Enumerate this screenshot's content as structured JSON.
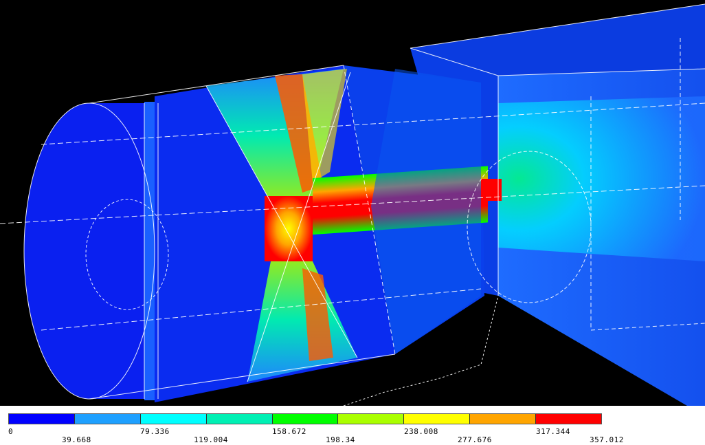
{
  "legend": {
    "colors": [
      "#0000ff",
      "#1ea0ff",
      "#00ffff",
      "#00f0b4",
      "#00ff00",
      "#aaff00",
      "#ffff00",
      "#ffa500",
      "#ff0000"
    ],
    "labels": [
      "0",
      "39.668",
      "79.336",
      "119.004",
      "158.672",
      "198.34",
      "238.008",
      "277.676",
      "317.344",
      "357.012"
    ]
  }
}
